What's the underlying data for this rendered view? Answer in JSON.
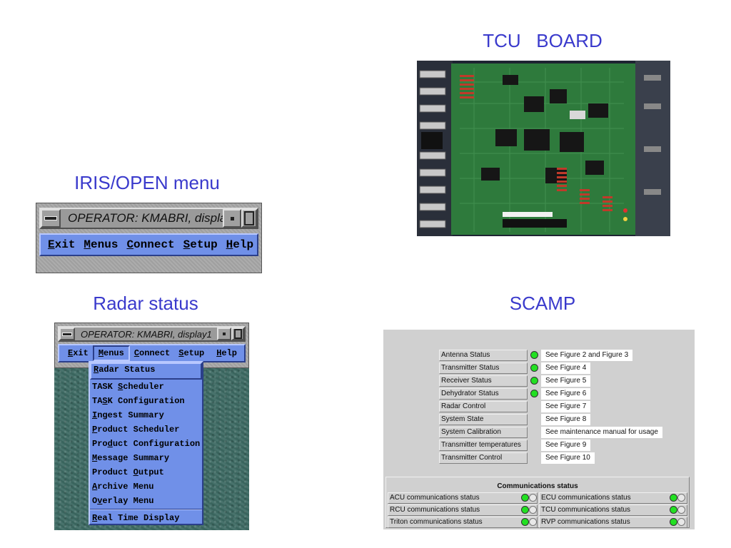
{
  "titles": {
    "tcu": "TCU   BOARD",
    "iris": "IRIS/OPEN menu",
    "radar": "Radar status",
    "scamp": "SCAMP"
  },
  "window": {
    "title": "OPERATOR: KMABRI, display1",
    "menus": [
      {
        "pre": "",
        "u": "E",
        "post": "xit"
      },
      {
        "pre": "",
        "u": "M",
        "post": "enus"
      },
      {
        "pre": "",
        "u": "C",
        "post": "onnect"
      },
      {
        "pre": "",
        "u": "S",
        "post": "etup"
      },
      {
        "pre": "",
        "u": "H",
        "post": "elp"
      }
    ]
  },
  "dropdown": {
    "items": [
      {
        "pre": "",
        "u": "R",
        "post": "adar Status",
        "selected": true
      },
      {
        "pre": "TASK ",
        "u": "S",
        "post": "cheduler"
      },
      {
        "pre": "TA",
        "u": "S",
        "post": "K Configuration"
      },
      {
        "pre": "",
        "u": "I",
        "post": "ngest Summary"
      },
      {
        "pre": "",
        "u": "P",
        "post": "roduct Scheduler"
      },
      {
        "pre": "Pro",
        "u": "d",
        "post": "uct Configuration"
      },
      {
        "pre": "",
        "u": "M",
        "post": "essage Summary"
      },
      {
        "pre": "Product ",
        "u": "O",
        "post": "utput"
      },
      {
        "pre": "",
        "u": "A",
        "post": "rchive Menu"
      },
      {
        "pre": "O",
        "u": "v",
        "post": "erlay Menu"
      },
      {
        "pre": "",
        "u": "R",
        "post": "eal Time Display",
        "separator_before": true
      }
    ]
  },
  "scamp": {
    "rows": [
      {
        "label": "Antenna Status",
        "led": true,
        "note": "See Figure 2 and Figure 3"
      },
      {
        "label": "Transmitter Status",
        "led": true,
        "note": "See Figure 4"
      },
      {
        "label": "Receiver Status",
        "led": true,
        "note": "See Figure 5"
      },
      {
        "label": "Dehydrator Status",
        "led": true,
        "note": "See Figure 6"
      },
      {
        "label": "Radar Control",
        "led": false,
        "note": "See Figure 7"
      },
      {
        "label": "System State",
        "led": false,
        "note": "See Figure 8"
      },
      {
        "label": "System Calibration",
        "led": false,
        "note": "See maintenance manual for usage"
      },
      {
        "label": "Transmitter temperatures",
        "led": false,
        "note": "See Figure 9"
      },
      {
        "label": "Transmitter Control",
        "led": false,
        "note": "See Figure 10"
      }
    ],
    "comm_title": "Communications status",
    "comm": [
      {
        "label": "ACU communications status"
      },
      {
        "label": "ECU communications status"
      },
      {
        "label": "RCU communications status"
      },
      {
        "label": "TCU communications status"
      },
      {
        "label": "Triton communications status"
      },
      {
        "label": "RVP communications status"
      }
    ]
  },
  "colors": {
    "title_blue": "#3a3acc",
    "menu_blue": "#7090e8",
    "led_green": "#22e022",
    "pcb_green": "#2e7a3c"
  }
}
